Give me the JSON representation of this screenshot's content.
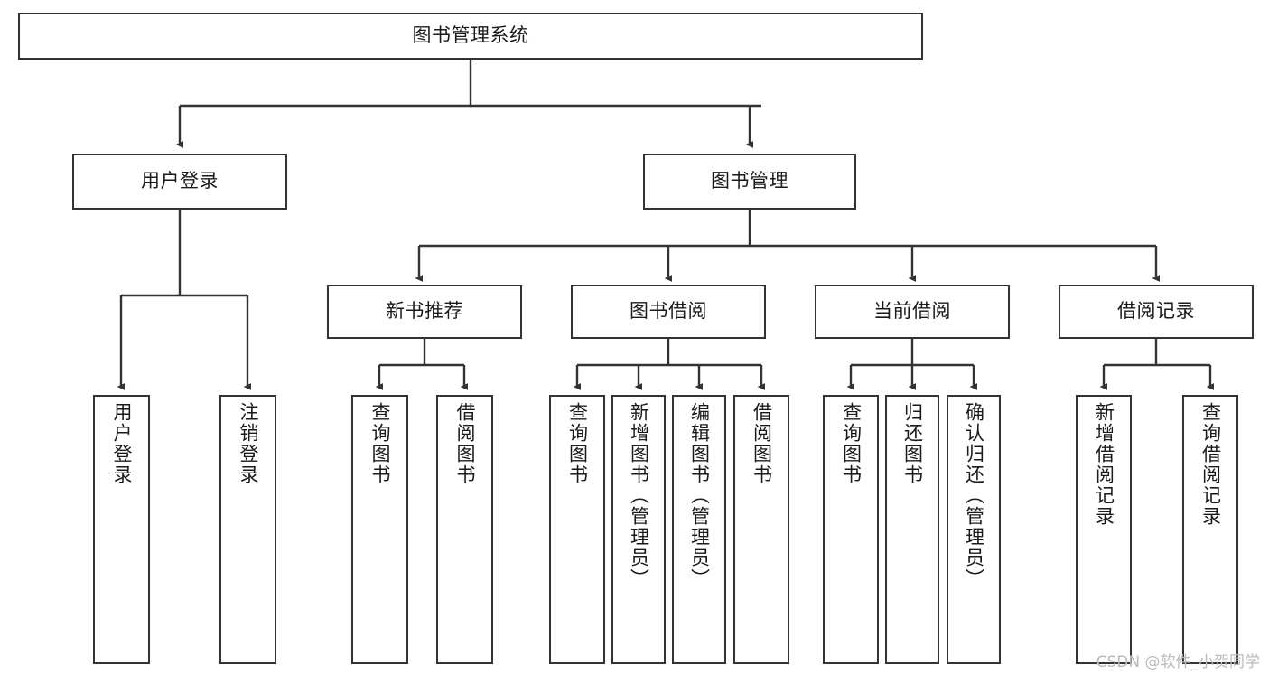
{
  "diagram": {
    "type": "tree-hierarchy",
    "title": "图书管理系统",
    "watermark": "CSDN @软件_小贺同学",
    "colors": {
      "node_border": "#333333",
      "node_fill": "#ffffff",
      "edge": "#333333",
      "text": "#1a1a1a",
      "watermark": "#b9b9b9",
      "background": "#ffffff"
    },
    "levels": [
      {
        "level": 1,
        "nodes": [
          {
            "id": "root",
            "label": "图书管理系统",
            "orientation": "horizontal"
          }
        ]
      },
      {
        "level": 2,
        "nodes": [
          {
            "id": "login",
            "label": "用户登录",
            "orientation": "horizontal",
            "parent": "root"
          },
          {
            "id": "bookmgmt",
            "label": "图书管理",
            "orientation": "horizontal",
            "parent": "root"
          }
        ]
      },
      {
        "level": 3,
        "nodes": [
          {
            "id": "newbook",
            "label": "新书推荐",
            "orientation": "horizontal",
            "parent": "bookmgmt"
          },
          {
            "id": "borrow",
            "label": "图书借阅",
            "orientation": "horizontal",
            "parent": "bookmgmt"
          },
          {
            "id": "current",
            "label": "当前借阅",
            "orientation": "horizontal",
            "parent": "bookmgmt"
          },
          {
            "id": "records",
            "label": "借阅记录",
            "orientation": "horizontal",
            "parent": "bookmgmt"
          }
        ]
      },
      {
        "level": 4,
        "nodes": [
          {
            "id": "leaf1",
            "label": "用户登录",
            "orientation": "vertical",
            "parent": "login"
          },
          {
            "id": "leaf2",
            "label": "注销登录",
            "orientation": "vertical",
            "parent": "login"
          },
          {
            "id": "leaf3",
            "label": "查询图书",
            "orientation": "vertical",
            "parent": "newbook"
          },
          {
            "id": "leaf4",
            "label": "借阅图书",
            "orientation": "vertical",
            "parent": "newbook"
          },
          {
            "id": "leaf5",
            "label": "查询图书",
            "orientation": "vertical",
            "parent": "borrow"
          },
          {
            "id": "leaf6",
            "label": "新增图书（管理员）",
            "orientation": "vertical",
            "parent": "borrow"
          },
          {
            "id": "leaf7",
            "label": "编辑图书（管理员）",
            "orientation": "vertical",
            "parent": "borrow"
          },
          {
            "id": "leaf8",
            "label": "借阅图书",
            "orientation": "vertical",
            "parent": "borrow"
          },
          {
            "id": "leaf9",
            "label": "查询图书",
            "orientation": "vertical",
            "parent": "current"
          },
          {
            "id": "leaf10",
            "label": "归还图书",
            "orientation": "vertical",
            "parent": "current"
          },
          {
            "id": "leaf11",
            "label": "确认归还（管理员）",
            "orientation": "vertical",
            "parent": "current"
          },
          {
            "id": "leaf12",
            "label": "新增借阅记录",
            "orientation": "vertical",
            "parent": "records"
          },
          {
            "id": "leaf13",
            "label": "查询借阅记录",
            "orientation": "vertical",
            "parent": "records"
          }
        ]
      }
    ]
  }
}
